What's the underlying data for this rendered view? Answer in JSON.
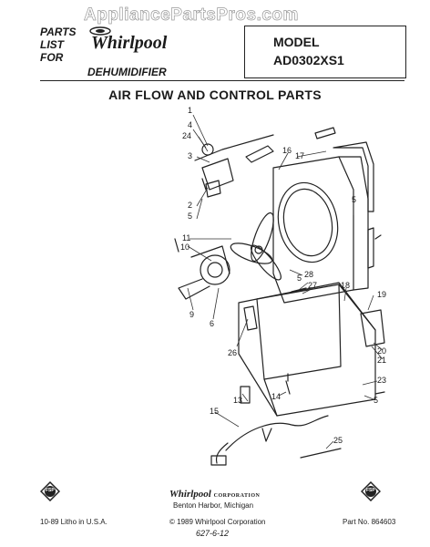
{
  "watermark": "AppliancePartsPros.com",
  "header": {
    "parts_list": [
      "PARTS",
      "LIST",
      "FOR"
    ],
    "brand": "Whirlpool",
    "product_type": "DEHUMIDIFIER",
    "model_label": "MODEL",
    "model_number": "AD0302XS1"
  },
  "section_title": "AIR FLOW AND CONTROL PARTS",
  "callouts": [
    "1",
    "4",
    "24",
    "3",
    "2",
    "5",
    "11",
    "10",
    "9",
    "6",
    "16",
    "17",
    "5",
    "28",
    "5",
    "27",
    "18",
    "19",
    "26",
    "20",
    "21",
    "23",
    "13",
    "14",
    "5",
    "15",
    "25"
  ],
  "footer": {
    "brand": "Whirlpool",
    "brand_suffix": "CORPORATION",
    "city": "Benton Harbor, Michigan",
    "copyright": "© 1989 Whirlpool Corporation",
    "litho": "10-89 Litho in U.S.A.",
    "part_number": "Part No. 864603",
    "handwritten": "627-6-12",
    "badge_text": "FSP"
  }
}
